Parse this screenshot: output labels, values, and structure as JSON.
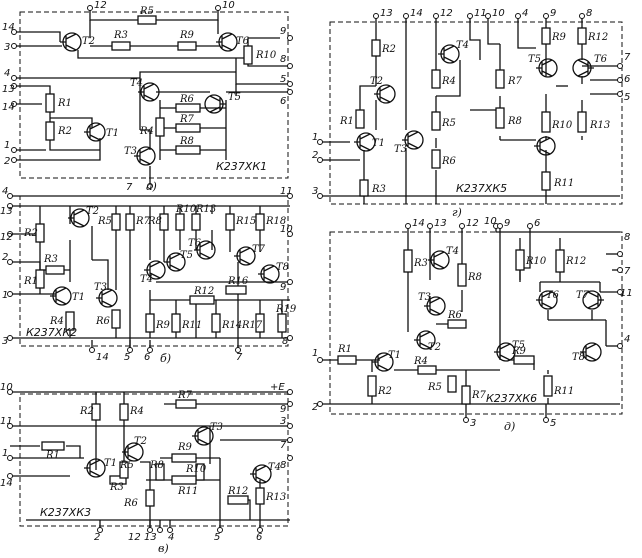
{
  "panels": [
    {
      "id": "a",
      "chip": "К237ХК1",
      "caption": "а)",
      "transistors": [
        "T1",
        "T2",
        "T3",
        "T4",
        "T5",
        "T6"
      ],
      "resistors": [
        "R1",
        "R2",
        "R3",
        "R4",
        "R5",
        "R6",
        "R7",
        "R8",
        "R9",
        "R10"
      ],
      "pins": [
        "12",
        "10",
        "14",
        "3",
        "9",
        "8",
        "4",
        "13",
        "5",
        "6",
        "14",
        "1",
        "2",
        "7"
      ]
    },
    {
      "id": "b",
      "chip": "К237ХК2",
      "caption": "б)",
      "transistors": [
        "T1",
        "T2",
        "T3",
        "T4",
        "T5",
        "T6",
        "T7",
        "T8"
      ],
      "resistors": [
        "R1",
        "R2",
        "R3",
        "R4",
        "R5",
        "R6",
        "R7",
        "R8",
        "R9",
        "R10",
        "R11",
        "R12",
        "R13",
        "R14",
        "R15",
        "R16",
        "R17",
        "R18",
        "R19"
      ],
      "pins": [
        "4",
        "13",
        "12",
        "2",
        "1",
        "3",
        "14",
        "5",
        "6",
        "7",
        "11",
        "10",
        "9",
        "8"
      ]
    },
    {
      "id": "v",
      "chip": "К237ХК3",
      "caption": "в)",
      "transistors": [
        "T1",
        "T2",
        "T3",
        "T4"
      ],
      "resistors": [
        "R1",
        "R2",
        "R3",
        "R4",
        "R5",
        "R6",
        "R7",
        "R8",
        "R9",
        "R10",
        "R11",
        "R12",
        "R13"
      ],
      "pins": [
        "10",
        "11",
        "1",
        "14",
        "2",
        "12",
        "13",
        "4",
        "5",
        "6",
        "+E",
        "9",
        "3",
        "7",
        "8"
      ]
    },
    {
      "id": "g",
      "chip": "К237ХК5",
      "caption": "г)",
      "transistors": [
        "T1",
        "T2",
        "T3",
        "T4",
        "T5",
        "T6"
      ],
      "resistors": [
        "R1",
        "R2",
        "R3",
        "R4",
        "R5",
        "R6",
        "R7",
        "R8",
        "R9",
        "R10",
        "R11",
        "R12",
        "R13"
      ],
      "pins": [
        "13",
        "14",
        "12",
        "11",
        "10",
        "4",
        "9",
        "8",
        "1",
        "2",
        "3",
        "7",
        "6",
        "5"
      ]
    },
    {
      "id": "d",
      "chip": "К237ХК6",
      "caption": "д)",
      "transistors": [
        "T1",
        "T2",
        "T3",
        "T4",
        "T5",
        "T6",
        "T7",
        "T8"
      ],
      "resistors": [
        "R1",
        "R2",
        "R3",
        "R4",
        "R5",
        "R6",
        "R7",
        "R8",
        "R9",
        "R10",
        "R11",
        "R12"
      ],
      "pins": [
        "14",
        "13",
        "12",
        "10",
        "9",
        "6",
        "1",
        "2",
        "3",
        "5",
        "8",
        "7",
        "11",
        "4"
      ]
    }
  ]
}
